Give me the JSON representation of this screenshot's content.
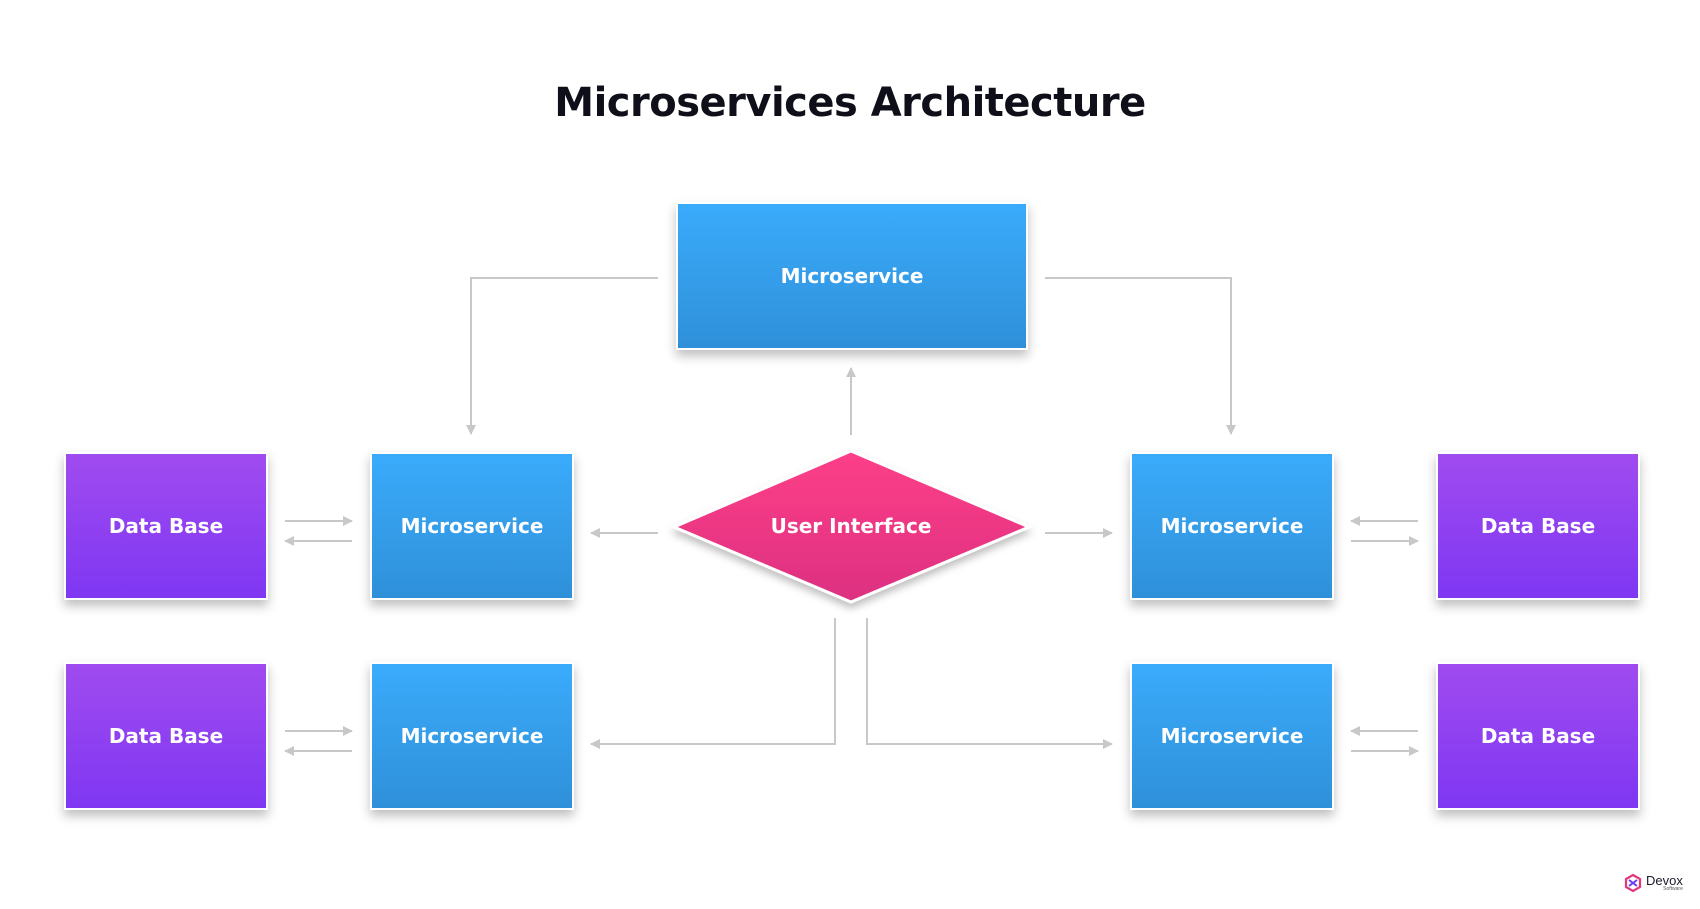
{
  "title": "Microservices Architecture",
  "nodes": {
    "top_service": "Microservice",
    "left_service_1": "Microservice",
    "left_service_2": "Microservice",
    "right_service_1": "Microservice",
    "right_service_2": "Microservice",
    "left_db_1": "Data Base",
    "left_db_2": "Data Base",
    "right_db_1": "Data Base",
    "right_db_2": "Data Base",
    "user_interface": "User Interface"
  },
  "edges": [
    {
      "from": "user_interface",
      "to": "top_service"
    },
    {
      "from": "top_service",
      "to": "left_service_1"
    },
    {
      "from": "top_service",
      "to": "right_service_1"
    },
    {
      "from": "user_interface",
      "to": "left_service_1"
    },
    {
      "from": "user_interface",
      "to": "right_service_1"
    },
    {
      "from": "user_interface",
      "to": "left_service_2"
    },
    {
      "from": "user_interface",
      "to": "right_service_2"
    },
    {
      "from": "left_db_1",
      "to": "left_service_1",
      "bidirectional": true
    },
    {
      "from": "left_db_2",
      "to": "left_service_2",
      "bidirectional": true
    },
    {
      "from": "right_db_1",
      "to": "right_service_1",
      "bidirectional": true
    },
    {
      "from": "right_db_2",
      "to": "right_service_2",
      "bidirectional": true
    }
  ],
  "colors": {
    "service": "#3aabfb",
    "database": "#8f3ff2",
    "user_interface": "#f23d86",
    "connector": "#c8c8c8"
  },
  "logo": {
    "name": "Devox",
    "subtitle": "Software"
  }
}
